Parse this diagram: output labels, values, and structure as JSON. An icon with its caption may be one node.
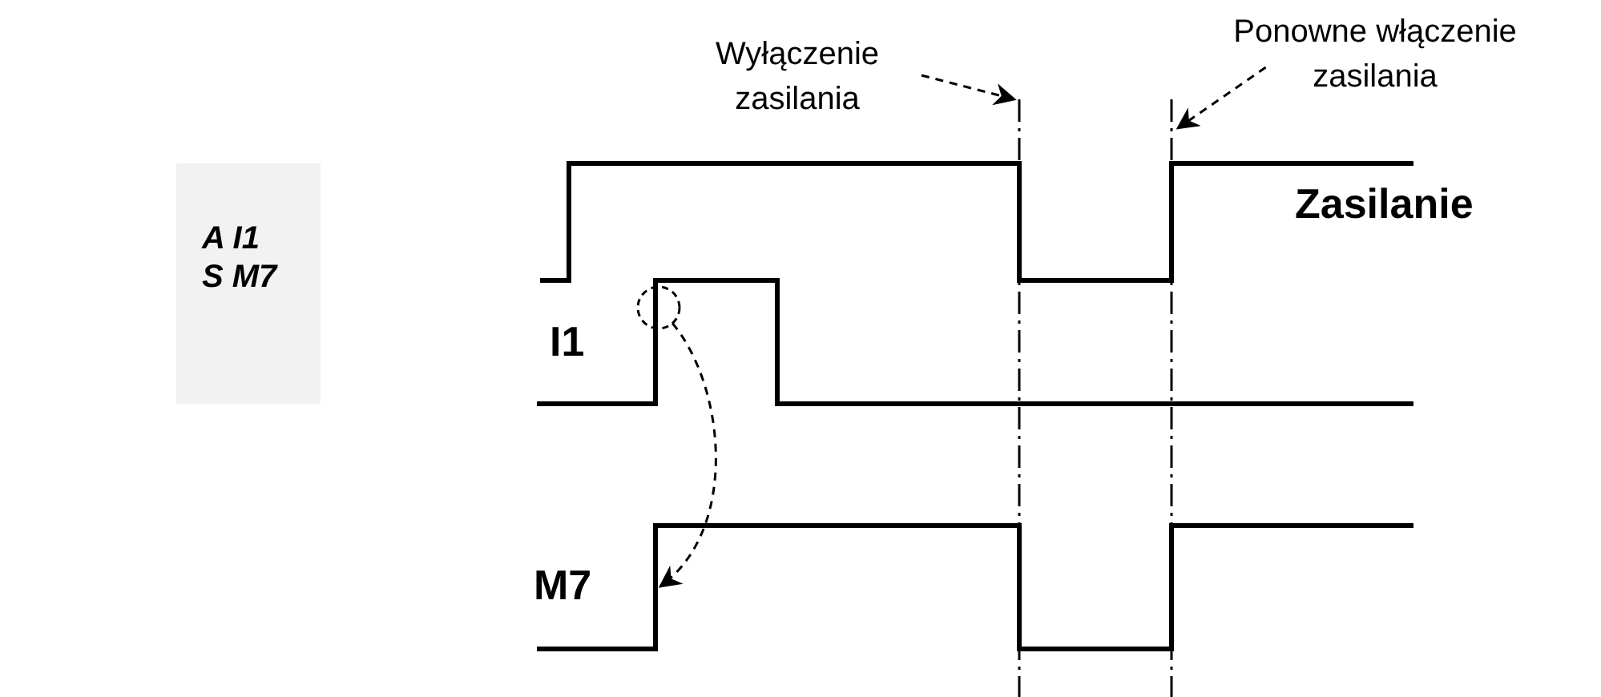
{
  "diagram": {
    "nodes": [
      {
        "text": [
          "A I1",
          "S M7"
        ]
      },
      {
        "text": [
          "Wyłączenie zasilania"
        ]
      },
      {
        "text": [
          "Ponowne włączenie zasilania"
        ]
      },
      {
        "text": [],
        "shape": "line"
      },
      {
        "text": [],
        "shape": "line"
      },
      {
        "text": [],
        "shape": "circle"
      }
    ],
    "edges": [
      {
        "from": 1,
        "to": 3,
        "arrow": "to",
        "style": "dashed"
      },
      {
        "from": 2,
        "to": 4,
        "arrow": "to",
        "style": "dashed"
      },
      {
        "from": 5,
        "to": null,
        "arrow": "to",
        "style": "dashed"
      }
    ],
    "labels": [
      "Zasilanie",
      "I1",
      "M7"
    ]
  }
}
